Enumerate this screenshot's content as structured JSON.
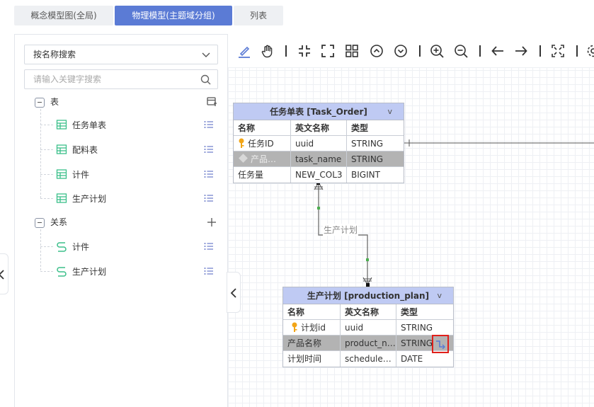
{
  "tabs": [
    {
      "label": "概念模型图(全局)"
    },
    {
      "label": "物理模型(主题域分组)"
    },
    {
      "label": "列表"
    }
  ],
  "sidebar": {
    "search_mode": "按名称搜索",
    "search_placeholder": "请输入关键字搜索",
    "groups": [
      {
        "label": "表",
        "items": [
          {
            "label": "任务单表"
          },
          {
            "label": "配料表"
          },
          {
            "label": "计件"
          },
          {
            "label": "生产计划"
          }
        ]
      },
      {
        "label": "关系",
        "items": [
          {
            "label": "计件"
          },
          {
            "label": "生产计划"
          }
        ]
      }
    ]
  },
  "toolbar": {
    "icons": [
      "brush-icon",
      "hand-icon",
      "collapse-icon",
      "expand-icon",
      "grid-icon",
      "up-circle-icon",
      "down-circle-icon",
      "zoom-in-icon",
      "zoom-out-icon",
      "undo-icon",
      "redo-icon",
      "fullscreen-icon",
      "settings-icon"
    ]
  },
  "diagram": {
    "relation_label": "生产计划",
    "entities": [
      {
        "title": "任务单表 [Task_Order]",
        "columns": [
          "名称",
          "英文名称",
          "类型"
        ],
        "rows": [
          {
            "name": "任务ID",
            "en": "uuid",
            "type": "STRING",
            "key": true
          },
          {
            "name": "产品…",
            "en": "task_name",
            "type": "STRING",
            "selected": true
          },
          {
            "name": "任务量",
            "en": "NEW_COL3",
            "type": "BIGINT"
          }
        ]
      },
      {
        "title": "生产计划 [production_plan]",
        "columns": [
          "名称",
          "英文名称",
          "类型"
        ],
        "rows": [
          {
            "name": "计划id",
            "en": "uuid",
            "type": "STRING",
            "key": true
          },
          {
            "name": "产品名称",
            "en": "product_n…",
            "type": "STRING",
            "selected": true
          },
          {
            "name": "计划时间",
            "en": "schedule…",
            "type": "DATE"
          }
        ]
      }
    ]
  },
  "colors": {
    "accent": "#5b7bd5",
    "entity_header": "#bfcaf3",
    "selected_row": "#b3b3b3",
    "highlight_box": "#e0201b",
    "tree_icon": "#3bbf8a"
  }
}
